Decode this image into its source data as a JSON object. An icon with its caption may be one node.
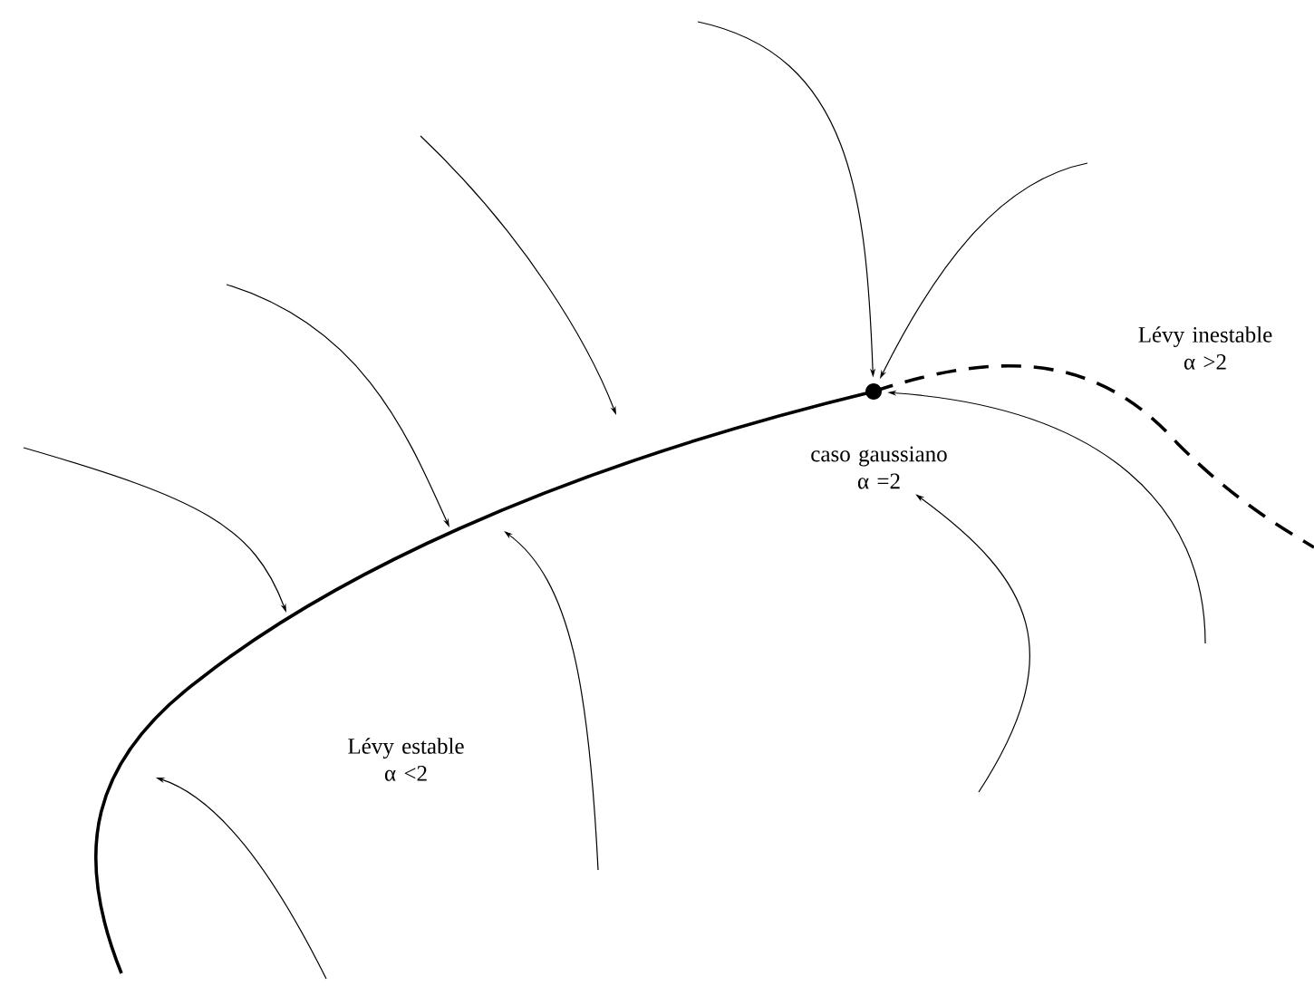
{
  "diagram": {
    "nodes": [
      {
        "text": [],
        "shape": "circle"
      },
      {
        "text": [
          "caso gaussiano α =2"
        ]
      }
    ],
    "edges": [
      {
        "from": null,
        "to": 0,
        "arrow": "to"
      },
      {
        "from": null,
        "to": 0,
        "arrow": "to"
      },
      {
        "from": null,
        "to": 0,
        "arrow": "to"
      },
      {
        "from": null,
        "to": 1,
        "arrow": "to"
      }
    ],
    "labels": [
      "Lévy inestable α >2",
      "Lévy estable α <2"
    ]
  }
}
